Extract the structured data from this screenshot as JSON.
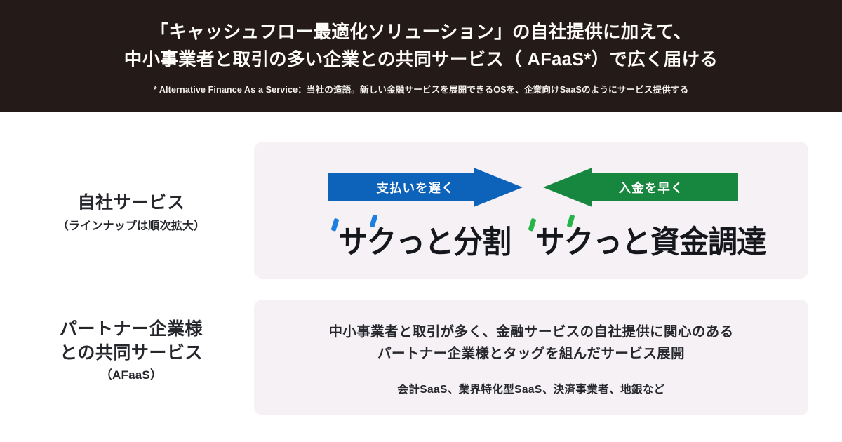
{
  "header": {
    "line1": "「キャッシュフロー最適化ソリューション」の自社提供に加えて、",
    "line2": "中小事業者と取引の多い企業との共同サービス（ AFaaS*）で広く届ける",
    "footnote": "* Alternative Finance As a Service：当社の造語。新しい金融サービスを展開できるOSを、企業向けSaaSのようにサービス提供する",
    "background_color": "#241a18",
    "text_color": "#fdfcfa"
  },
  "rows": {
    "own_service": {
      "label_main": "自社サービス",
      "label_sub": "（ラインナップは順次拡大）",
      "arrows": [
        {
          "label": "支払いを遅く",
          "direction": "right",
          "color": "#0d63ba"
        },
        {
          "label": "入金を早く",
          "direction": "left",
          "color": "#17873f"
        }
      ],
      "products": [
        {
          "name": "サクっと分割",
          "accent_color": "#1f7fe0"
        },
        {
          "name": "サクっと資金調達",
          "accent_color": "#27b44b"
        }
      ]
    },
    "partner_service": {
      "label_main_line1": "パートナー企業様",
      "label_main_line2": "との共同サービス",
      "label_sub": "（AFaaS）",
      "description_line1": "中小事業者と取引が多く、金融サービスの自社提供に関心のある",
      "description_line2": "パートナー企業様とタッグを組んだサービス展開",
      "examples": "会計SaaS、業界特化型SaaS、決済事業者、地銀など"
    }
  },
  "theme": {
    "panel_background": "#f5f1f5",
    "body_background": "#ffffff",
    "text_color": "#25272c"
  }
}
